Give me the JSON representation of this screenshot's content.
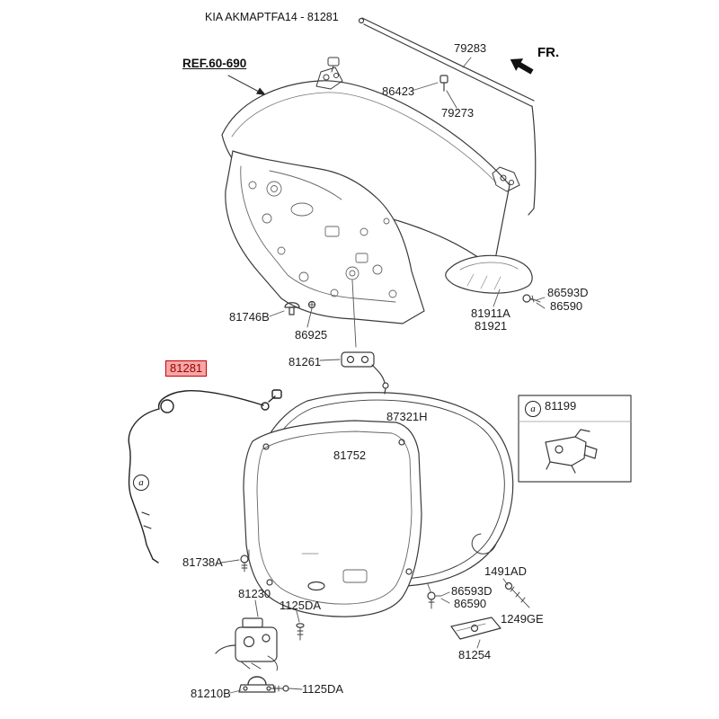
{
  "title": "KIA AKMAPTFA14 - 81281",
  "ref_label": "REF.60-690",
  "fr_label": "FR.",
  "marker_a": "a",
  "icons": {
    "fr_arrow": "front-direction-arrow",
    "ref_arrow": "reference-pointer-arrow"
  },
  "highlight": {
    "part": "81281",
    "text_color": "#a00000",
    "bg_color": "#f4a7a7",
    "border_color": "#cc0000"
  },
  "inset": {
    "marker": "a",
    "part": "81199"
  },
  "parts": {
    "p79283": "79283",
    "p86423": "86423",
    "p79273": "79273",
    "p86593d_top": "86593D",
    "p86590_top": "86590",
    "p81911a": "81911A",
    "p81921": "81921",
    "p81746b": "81746B",
    "p86925": "86925",
    "p81261": "81261",
    "p81281": "81281",
    "p87321h": "87321H",
    "p81752": "81752",
    "p81738a": "81738A",
    "p86593d_bot": "86593D",
    "p86590_bot": "86590",
    "p1491ad": "1491AD",
    "p1249ge": "1249GE",
    "p81254": "81254",
    "p81230": "81230",
    "p1125da_mid": "1125DA",
    "p81210b": "81210B",
    "p1125da_bot": "1125DA"
  }
}
